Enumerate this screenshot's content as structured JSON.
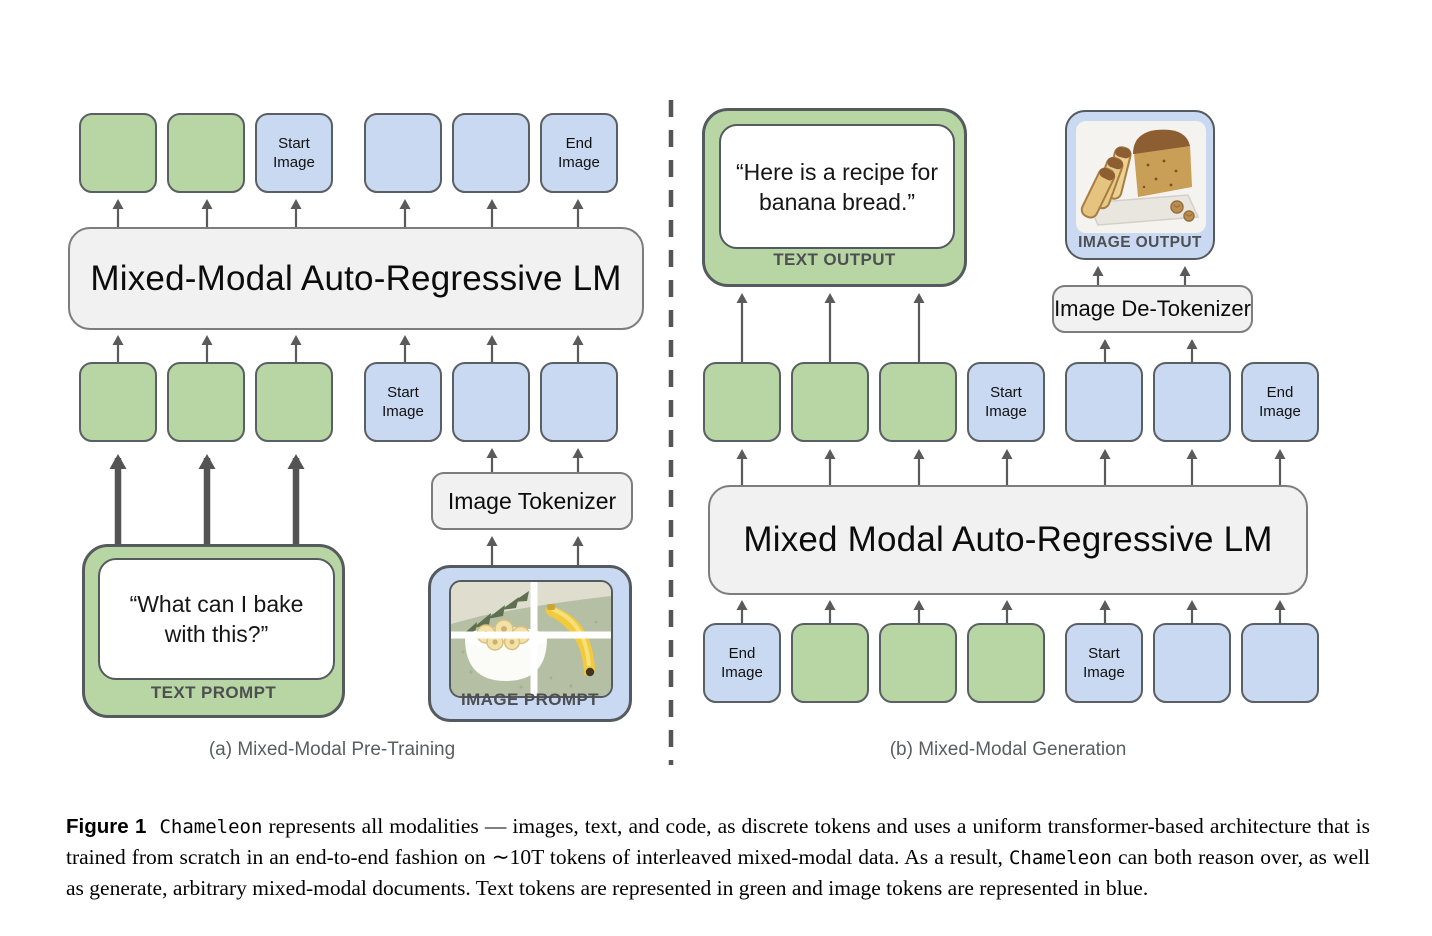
{
  "figure": {
    "panel_a": {
      "caption": "(a) Mixed-Modal Pre-Training",
      "lm_label": "Mixed-Modal Auto-Regressive LM",
      "tokenizer_label": "Image Tokenizer",
      "output_tokens": [
        {
          "type": "text"
        },
        {
          "type": "text"
        },
        {
          "type": "image",
          "label": "Start Image"
        },
        {
          "type": "image",
          "gap": true
        },
        {
          "type": "image"
        },
        {
          "type": "image",
          "label": "End Image"
        }
      ],
      "input_tokens": [
        {
          "type": "text"
        },
        {
          "type": "text"
        },
        {
          "type": "text"
        },
        {
          "type": "image",
          "label": "Start Image",
          "gap": true
        },
        {
          "type": "image"
        },
        {
          "type": "image"
        }
      ],
      "text_prompt": {
        "quote": "“What can I bake\nwith this?”",
        "label": "TEXT PROMPT"
      },
      "image_prompt": {
        "label": "IMAGE PROMPT"
      }
    },
    "panel_b": {
      "caption": "(b) Mixed-Modal Generation",
      "lm_label": "Mixed Modal Auto-Regressive LM",
      "detokenizer_label": "Image De-Tokenizer",
      "output_tokens": [
        {
          "type": "text"
        },
        {
          "type": "text"
        },
        {
          "type": "text"
        },
        {
          "type": "image",
          "label": "Start Image"
        },
        {
          "type": "image",
          "gap": true
        },
        {
          "type": "image"
        },
        {
          "type": "image",
          "label": "End Image"
        }
      ],
      "input_tokens": [
        {
          "type": "image",
          "label": "End Image"
        },
        {
          "type": "text"
        },
        {
          "type": "text"
        },
        {
          "type": "text"
        },
        {
          "type": "image",
          "label": "Start Image",
          "gap": true
        },
        {
          "type": "image"
        },
        {
          "type": "image"
        }
      ],
      "text_output": {
        "quote": "“Here is a recipe for\nbanana bread.”",
        "label": "TEXT OUTPUT"
      },
      "image_output": {
        "label": "IMAGE OUTPUT"
      }
    }
  },
  "caption": {
    "parts": [
      {
        "style": "bold",
        "text": "Figure 1"
      },
      {
        "style": "mono",
        "text": "Chameleon"
      },
      {
        "style": "serif",
        "text": " represents all modalities — images, text, and code, as discrete tokens and uses a uniform transformer-based architecture that is trained from scratch in an end-to-end fashion on ∼10T tokens of interleaved mixed-modal data. As a result, "
      },
      {
        "style": "mono",
        "text": "Chameleon"
      },
      {
        "style": "serif",
        "text": " can both reason over, as well as generate, arbitrary mixed-modal documents. Text tokens are represented in green and image tokens are represented in blue."
      }
    ]
  },
  "colors": {
    "text_token_green": "#b7d6a3",
    "image_token_blue": "#c9d9f1",
    "module_gray": "#f1f1f2",
    "outline_gray": "#5a5f63",
    "arrow_gray": "#5a5a5a",
    "label_gray": "#4d4f52"
  }
}
